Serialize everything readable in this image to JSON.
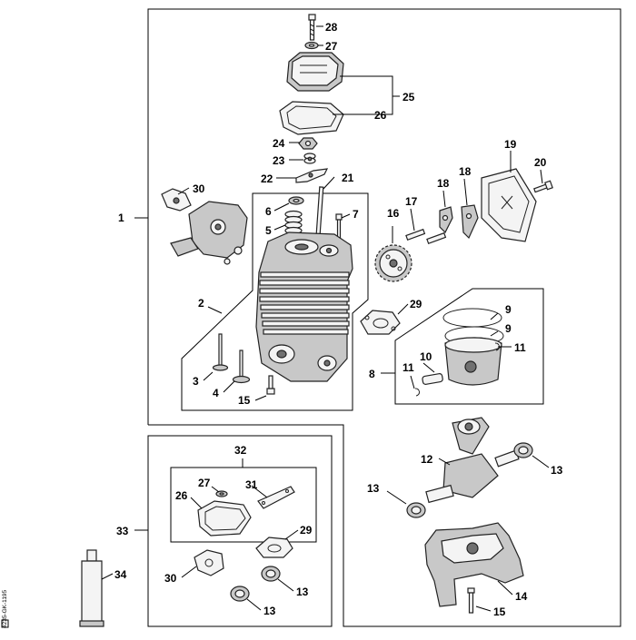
{
  "diagram": {
    "labels": {
      "l1": "1",
      "l2": "2",
      "l3": "3",
      "l4": "4",
      "l5": "5",
      "l6": "6",
      "l7": "7",
      "l8": "8",
      "l9a": "9",
      "l9b": "9",
      "l10": "10",
      "l11a": "11",
      "l11b": "11",
      "l12": "12",
      "l13a": "13",
      "l13b": "13",
      "l13c": "13",
      "l13d": "13",
      "l14": "14",
      "l15a": "15",
      "l15b": "15",
      "l16": "16",
      "l17": "17",
      "l18a": "18",
      "l18b": "18",
      "l19": "19",
      "l20": "20",
      "l21": "21",
      "l22": "22",
      "l23": "23",
      "l24": "24",
      "l25": "25",
      "l26a": "26",
      "l26b": "26",
      "l27a": "27",
      "l27b": "27",
      "l28": "28",
      "l29a": "29",
      "l29b": "29",
      "l30a": "30",
      "l30b": "30",
      "l31": "31",
      "l32": "32",
      "l33": "33",
      "l34": "34"
    },
    "side_code": "4235-GK-1195"
  }
}
